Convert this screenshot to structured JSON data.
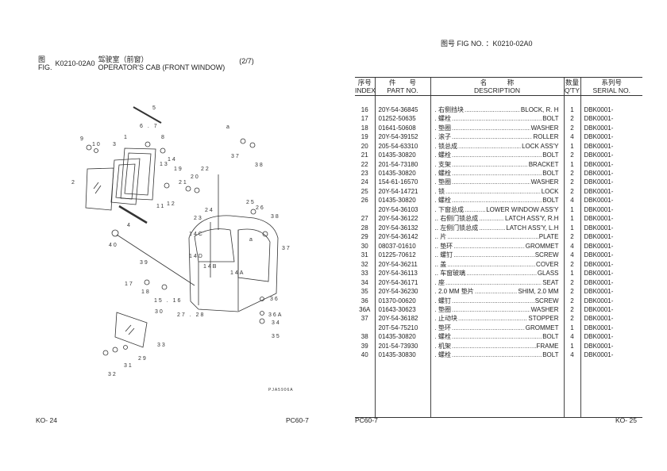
{
  "figure_header": {
    "fig_cn": "图",
    "fig_en": "FIG.",
    "fig_no": "K0210-02A0",
    "title_cn": "驾驶室（前窗）",
    "title_en": "OPERATOR'S CAB (FRONT WINDOW)",
    "page_of": "(2/7)"
  },
  "right_header": {
    "label": "图号 FIG NO. ：K0210-02A0"
  },
  "table": {
    "headers": {
      "index_cn": "序号",
      "index_en": "INDEX",
      "part_cn": "件　　号",
      "part_en": "PART NO.",
      "desc_cn": "名　　　称",
      "desc_en": "DESCRIPTION",
      "qty_cn": "数量",
      "qty_en": "Q'TY",
      "serial_cn": "系列号",
      "serial_en": "SERIAL NO."
    },
    "rows": [
      {
        "index": "16",
        "part": "20Y-54-36845",
        "prefix": ".",
        "cn": "右侧挡块",
        "en": "BLOCK, R. H",
        "qty": "1",
        "serial": "DBK0001-"
      },
      {
        "index": "17",
        "part": "01252-50635",
        "prefix": ".",
        "cn": "螺栓",
        "en": "BOLT",
        "qty": "2",
        "serial": "DBK0001-"
      },
      {
        "index": "18",
        "part": "01641-50608",
        "prefix": ".",
        "cn": "垫圈",
        "en": "WASHER",
        "qty": "2",
        "serial": "DBK0001-"
      },
      {
        "index": "19",
        "part": "20Y-54-39152",
        "prefix": ".",
        "cn": "滚子",
        "en": "ROLLER",
        "qty": "4",
        "serial": "DBK0001-"
      },
      {
        "index": "20",
        "part": "205-54-63310",
        "prefix": ".",
        "cn": "锁总成",
        "en": "LOCK ASS'Y",
        "qty": "1",
        "serial": "DBK0001-"
      },
      {
        "index": "21",
        "part": "01435-30820",
        "prefix": ".",
        "cn": "螺栓",
        "en": "BOLT",
        "qty": "2",
        "serial": "DBK0001-"
      },
      {
        "index": "22",
        "part": "201-54-73180",
        "prefix": ".",
        "cn": "支架",
        "en": "BRACKET",
        "qty": "1",
        "serial": "DBK0001-"
      },
      {
        "index": "23",
        "part": "01435-30820",
        "prefix": ".",
        "cn": "螺栓",
        "en": "BOLT",
        "qty": "2",
        "serial": "DBK0001-"
      },
      {
        "index": "24",
        "part": "154-61-16570",
        "prefix": ".",
        "cn": "垫圈",
        "en": "WASHER",
        "qty": "2",
        "serial": "DBK0001-"
      },
      {
        "index": "25",
        "part": "20Y-54-14721",
        "prefix": ".",
        "cn": "锁",
        "en": "LOCK",
        "qty": "2",
        "serial": "DBK0001-"
      },
      {
        "index": "26",
        "part": "01435-30820",
        "prefix": ".",
        "cn": "螺栓",
        "en": "BOLT",
        "qty": "4",
        "serial": "DBK0001-"
      },
      {
        "index": "",
        "part": "20Y-54-36103",
        "prefix": ".",
        "cn": "下窗总成",
        "en": "LOWER WINDOW ASS'Y",
        "qty": "1",
        "serial": "DBK0001-"
      },
      {
        "index": "27",
        "part": "20Y-54-36122",
        "prefix": "..",
        "cn": "右侧门锁总成",
        "en": "LATCH ASS'Y, R.H",
        "qty": "1",
        "serial": "DBK0001-"
      },
      {
        "index": "28",
        "part": "20Y-54-36132",
        "prefix": "..",
        "cn": "左侧门锁总成",
        "en": "LATCH ASS'Y, L.H",
        "qty": "1",
        "serial": "DBK0001-"
      },
      {
        "index": "29",
        "part": "20Y-54-36142",
        "prefix": "..",
        "cn": "片",
        "en": "PLATE",
        "qty": "2",
        "serial": "DBK0001-"
      },
      {
        "index": "30",
        "part": "08037-01610",
        "prefix": "..",
        "cn": "垫环",
        "en": "GROMMET",
        "qty": "4",
        "serial": "DBK0001-"
      },
      {
        "index": "31",
        "part": "01225-70612",
        "prefix": "..",
        "cn": "螺钉",
        "en": "SCREW",
        "qty": "4",
        "serial": "DBK0001-"
      },
      {
        "index": "32",
        "part": "20Y-54-36211",
        "prefix": "..",
        "cn": "盖",
        "en": "COVER",
        "qty": "2",
        "serial": "DBK0001-"
      },
      {
        "index": "33",
        "part": "20Y-54-36113",
        "prefix": "..",
        "cn": "车窗玻璃",
        "en": "GLASS",
        "qty": "1",
        "serial": "DBK0001-"
      },
      {
        "index": "34",
        "part": "20Y-54-36171",
        "prefix": ".",
        "cn": "座",
        "en": "SEAT",
        "qty": "2",
        "serial": "DBK0001-"
      },
      {
        "index": "35",
        "part": "20Y-54-36230",
        "prefix": ".",
        "cn": "2.0 MM 垫片",
        "en": "SHIM, 2.0 MM",
        "qty": "2",
        "serial": "DBK0001-"
      },
      {
        "index": "36",
        "part": "01370-00620",
        "prefix": ".",
        "cn": "螺钉",
        "en": "SCREW",
        "qty": "2",
        "serial": "DBK0001-"
      },
      {
        "index": "36A",
        "part": "01643-30623",
        "prefix": ".",
        "cn": "垫圈",
        "en": "WASHER",
        "qty": "2",
        "serial": "DBK0001-"
      },
      {
        "index": "37",
        "part": "20Y-54-36182",
        "prefix": ".",
        "cn": "止动块",
        "en": "STOPPER",
        "qty": "2",
        "serial": "DBK0001-"
      },
      {
        "index": "",
        "part": "20T-54-75210",
        "prefix": ".",
        "cn": "垫环",
        "en": "GROMMET",
        "qty": "1",
        "serial": "DBK0001-"
      },
      {
        "index": "38",
        "part": "01435-30820",
        "prefix": ".",
        "cn": "螺栓",
        "en": "BOLT",
        "qty": "4",
        "serial": "DBK0001-"
      },
      {
        "index": "39",
        "part": "201-54-73930",
        "prefix": ".",
        "cn": "机架",
        "en": "FRAME",
        "qty": "1",
        "serial": "DBK0001-"
      },
      {
        "index": "40",
        "part": "01435-30830",
        "prefix": ".",
        "cn": "螺栓",
        "en": "BOLT",
        "qty": "4",
        "serial": "DBK0001-"
      }
    ]
  },
  "diagram": {
    "callouts": [
      "5",
      "6 . 7",
      "8",
      "9",
      "10",
      "3",
      "1",
      "14",
      "13",
      "19",
      "2",
      "11",
      "12",
      "4",
      "22",
      "20",
      "21",
      "23",
      "24",
      "25",
      "26",
      "38",
      "37",
      "a",
      "37",
      "38",
      "a",
      "14C",
      "14D",
      "14B",
      "14A",
      "40",
      "39",
      "17",
      "18",
      "15 . 16",
      "36",
      "36A",
      "34",
      "35",
      "30",
      "27 . 28",
      "33",
      "29",
      "31",
      "32"
    ],
    "drawing_code": "PJA5906A"
  },
  "footer": {
    "left_page": "KO- 24",
    "left_model": "PC60-7",
    "right_model": "PC60-7",
    "right_page": "KO- 25"
  }
}
